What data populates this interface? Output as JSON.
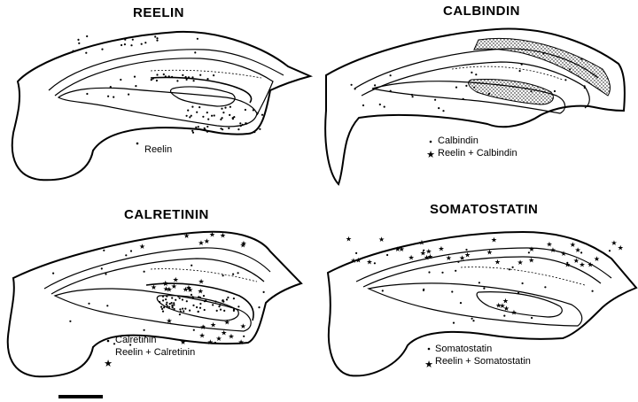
{
  "panels": [
    {
      "id": "reelin",
      "title": "REELIN",
      "legend": [
        {
          "symbol": "dot",
          "label": "Reelin"
        }
      ]
    },
    {
      "id": "calbindin",
      "title": "CALBINDIN",
      "legend": [
        {
          "symbol": "dot",
          "label": "Calbindin"
        },
        {
          "symbol": "star",
          "label": "Reelin + Calbindin"
        }
      ]
    },
    {
      "id": "calretinin",
      "title": "CALRETININ",
      "legend": [
        {
          "symbol": "dot",
          "label": "Calretinin"
        },
        {
          "symbol": "star",
          "label": "Reelin + Calretinin"
        }
      ]
    },
    {
      "id": "somatostatin",
      "title": "SOMATOSTATIN",
      "legend": [
        {
          "symbol": "dot",
          "label": "Somatostatin"
        },
        {
          "symbol": "star",
          "label": "Reelin + Somatostatin"
        }
      ]
    }
  ]
}
